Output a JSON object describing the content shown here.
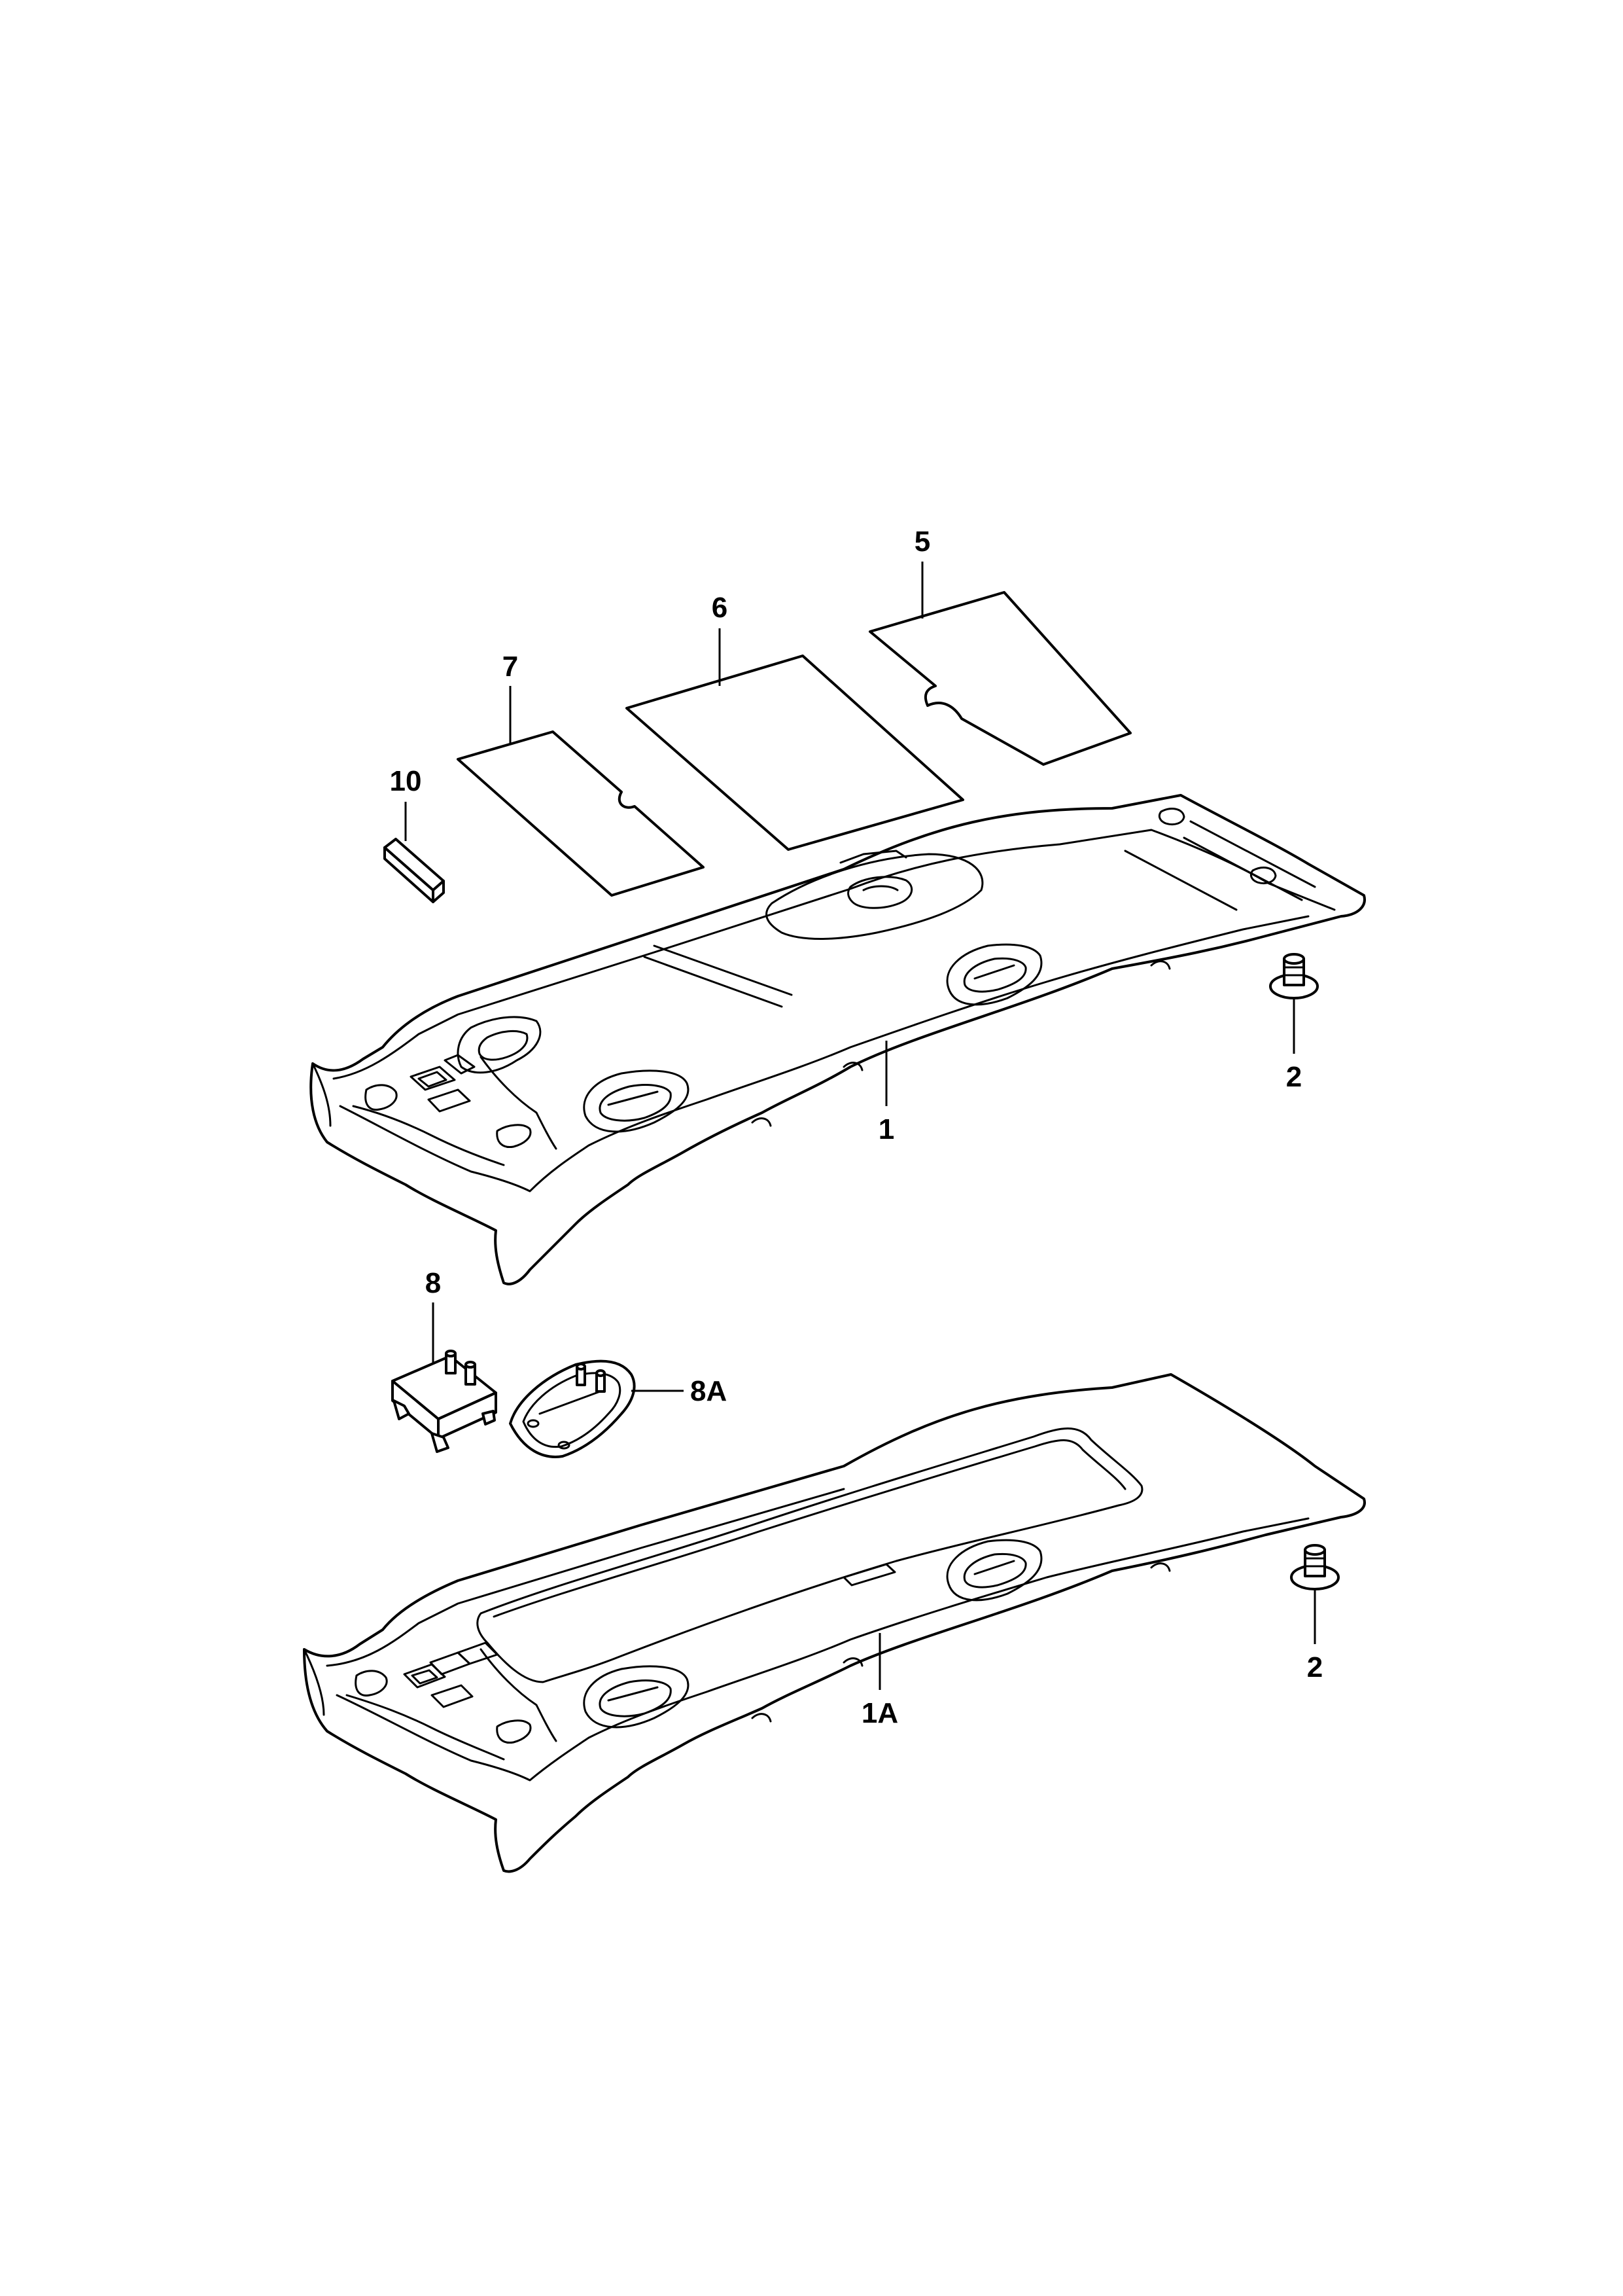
{
  "callouts": {
    "c1": "1",
    "c1a": "1A",
    "c2_upper": "2",
    "c2_lower": "2",
    "c5": "5",
    "c6": "6",
    "c7": "7",
    "c8": "8",
    "c8a": "8A",
    "c10": "10"
  }
}
